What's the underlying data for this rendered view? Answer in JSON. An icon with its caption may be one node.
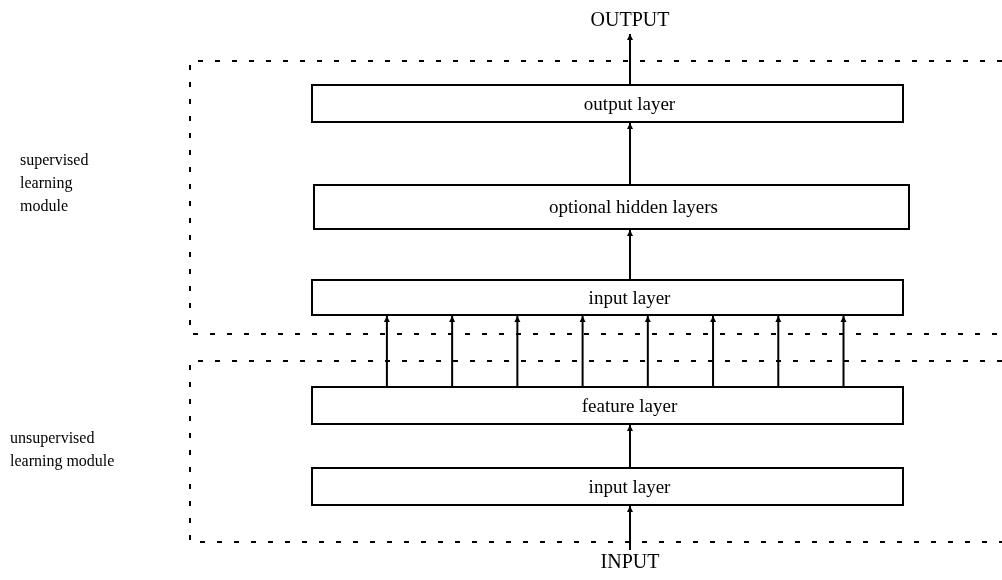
{
  "diagram": {
    "nodes": [
      {
        "text": [
          "supervised learning module"
        ]
      },
      {
        "text": [
          "OUTPUT"
        ]
      },
      {
        "text": [
          "output layer"
        ],
        "in": 0
      },
      {
        "text": [
          "optional hidden layers"
        ],
        "in": 0
      },
      {
        "text": [
          "input layer"
        ],
        "in": 0
      },
      {
        "text": [
          "unsupervised learning module"
        ]
      },
      {
        "text": [
          "feature layer"
        ],
        "in": 5
      },
      {
        "text": [
          "input layer"
        ],
        "in": 5
      },
      {
        "text": [
          "INPUT"
        ]
      }
    ],
    "edges": [
      {
        "from": 2,
        "to": 1,
        "arrow": "to"
      },
      {
        "from": 3,
        "to": 2,
        "arrow": "to"
      },
      {
        "from": 4,
        "to": 3,
        "arrow": "to"
      },
      {
        "from": 6,
        "to": 4,
        "arrow": "to"
      },
      {
        "from": 6,
        "to": 4,
        "arrow": "to"
      },
      {
        "from": 6,
        "to": 4,
        "arrow": "to"
      },
      {
        "from": 6,
        "to": 4,
        "arrow": "to"
      },
      {
        "from": 6,
        "to": 4,
        "arrow": "to"
      },
      {
        "from": 6,
        "to": 4,
        "arrow": "to"
      },
      {
        "from": 6,
        "to": 4,
        "arrow": "to"
      },
      {
        "from": 6,
        "to": 4,
        "arrow": "to"
      },
      {
        "from": 7,
        "to": 6,
        "arrow": "to"
      },
      {
        "from": 8,
        "to": 7,
        "arrow": "to"
      }
    ]
  }
}
